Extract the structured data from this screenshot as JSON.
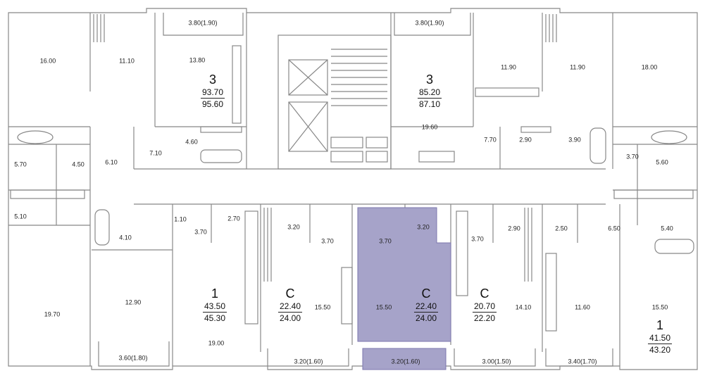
{
  "colors": {
    "wall": "#888888",
    "highlight": "#A6A3C9",
    "highlight_stroke": "#7C77AE"
  },
  "apartments": [
    {
      "type": "3",
      "area": "93.70",
      "total": "95.60"
    },
    {
      "type": "3",
      "area": "85.20",
      "total": "87.10"
    },
    {
      "type": "1",
      "area": "43.50",
      "total": "45.30"
    },
    {
      "type": "C",
      "area": "22.40",
      "total": "24.00"
    },
    {
      "type": "C",
      "area": "22.40",
      "total": "24.00"
    },
    {
      "type": "C",
      "area": "20.70",
      "total": "22.20"
    },
    {
      "type": "1",
      "area": "41.50",
      "total": "43.20"
    }
  ],
  "rooms": [
    "16.00",
    "11.10",
    "3.80(1.90)",
    "13.80",
    "4.60",
    "7.10",
    "3.80(1.90)",
    "19.60",
    "11.90",
    "11.90",
    "18.00",
    "7.70",
    "2.90",
    "3.90",
    "3.70",
    "5.60",
    "5.70",
    "4.50",
    "6.10",
    "5.10",
    "4.10",
    "1.10",
    "3.70",
    "2.70",
    "3.20",
    "3.70",
    "3.70",
    "3.20",
    "3.70",
    "2.90",
    "2.50",
    "6.50",
    "5.40",
    "19.70",
    "12.90",
    "19.00",
    "15.50",
    "15.50",
    "14.10",
    "11.60",
    "15.50",
    "3.60(1.80)",
    "3.20(1.60)",
    "3.20(1.60)",
    "3.00(1.50)",
    "3.40(1.70)"
  ]
}
